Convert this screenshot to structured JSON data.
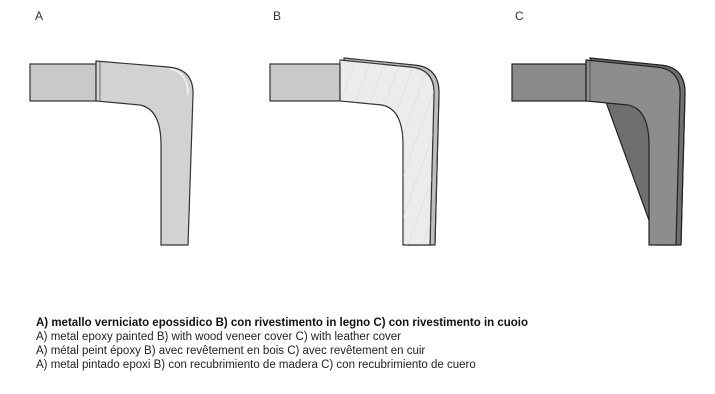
{
  "panels": [
    {
      "label": "A",
      "finish": "metal-epoxy-painted",
      "fill_color": "#cfcfcf"
    },
    {
      "label": "B",
      "finish": "wood-veneer-cover",
      "fill_color": "#e9e9e9"
    },
    {
      "label": "C",
      "finish": "leather-cover",
      "fill_color": "#8a8a8a"
    }
  ],
  "captions": {
    "italian": "A) metallo verniciato epossidico B) con rivestimento in legno C) con rivestimento in cuoio",
    "english": "A) metal epoxy painted B) with wood veneer cover C) with leather cover",
    "french": "A) métal peint époxy B) avec revêtement en bois C) avec revêtement en cuir",
    "spanish": "A) metal pintado epoxi B) con recubrimiento de madera C) con recubrimiento de cuero"
  }
}
